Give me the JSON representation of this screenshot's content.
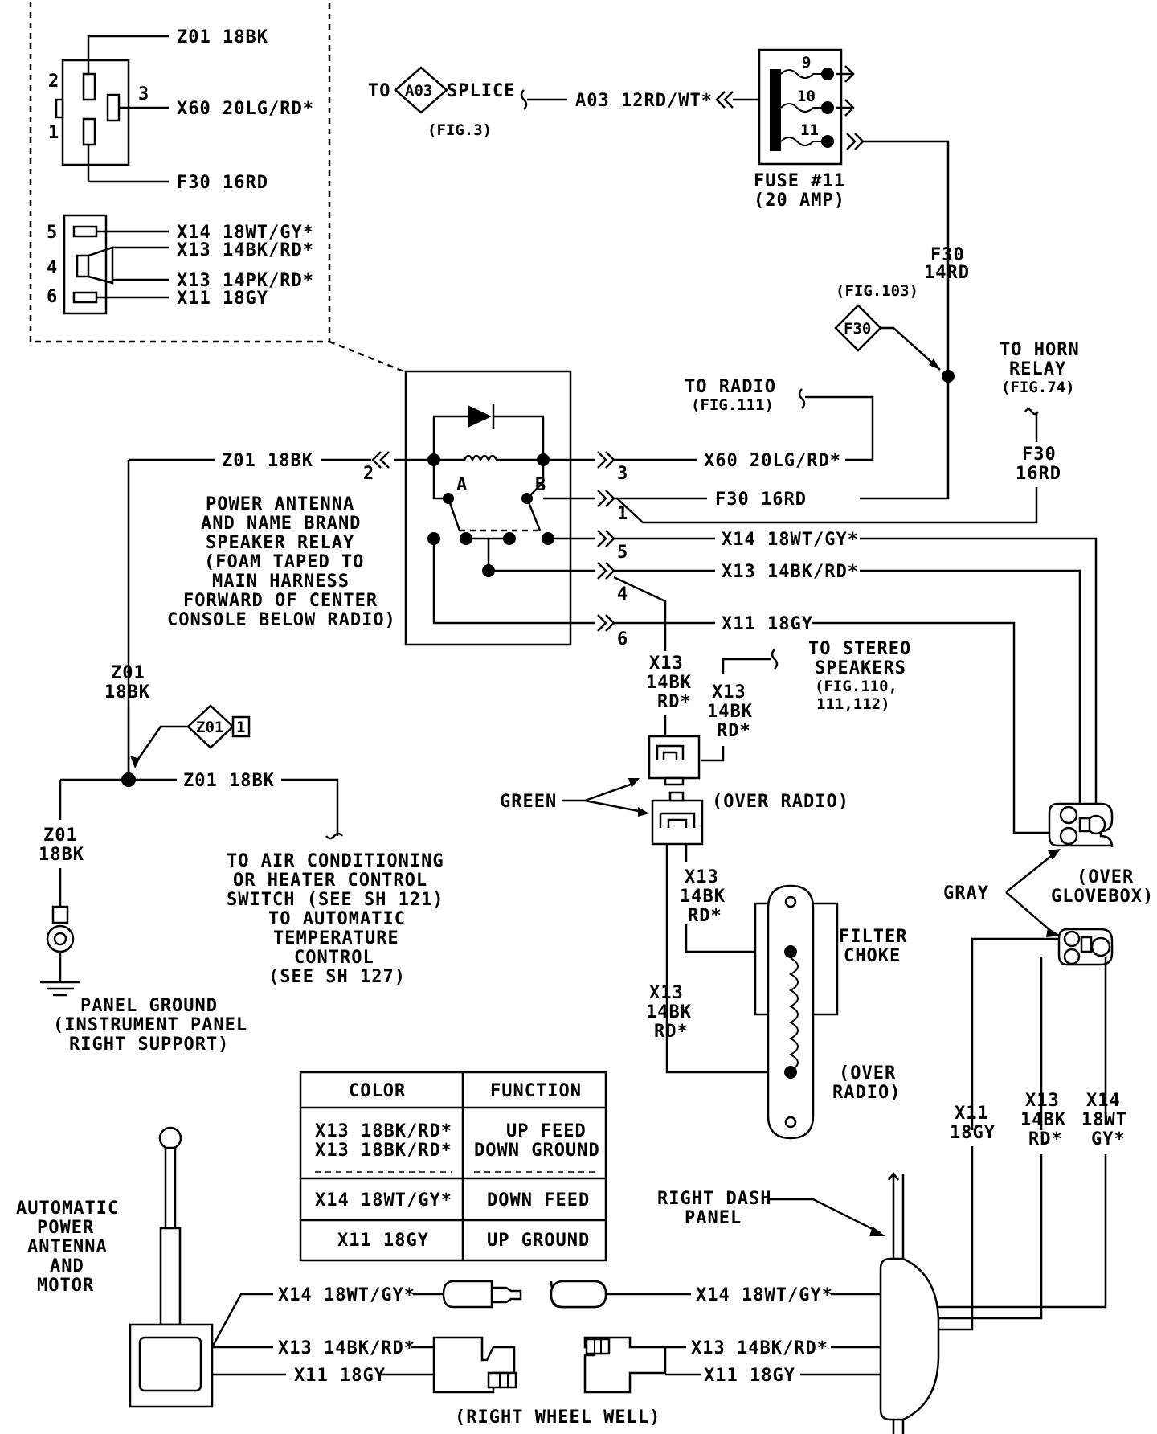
{
  "inset": {
    "wire_z01_18bk": "Z01  18BK",
    "wire_x60": "X60  20LG/RD*",
    "wire_f30_16rd": "F30  16RD",
    "pin2": "2",
    "pin3": "3",
    "pin1": "1",
    "wire_x14": "X14  18WT/GY*",
    "wire_x13a": "X13  14BK/RD*",
    "wire_x13b": "X13  14PK/RD*",
    "wire_x11": "X11  18GY",
    "pin5": "5",
    "pin4": "4",
    "pin6": "6"
  },
  "splice": {
    "to": "TO",
    "id": "A03",
    "label": "SPLICE",
    "fig": "(FIG.3)",
    "wire": "A03  12RD/WT*"
  },
  "fuse": {
    "n9": "9",
    "n10": "10",
    "n11": "11",
    "label1": "FUSE #11",
    "label2": "(20 AMP)"
  },
  "f30_feed": {
    "wire1": "F30",
    "wire2": "14RD",
    "fig": "(FIG.103)",
    "id": "F30"
  },
  "horn": {
    "l1": "TO HORN",
    "l2": "RELAY",
    "l3": "(FIG.74)",
    "w1": "F30",
    "w2": "16RD"
  },
  "radio": {
    "l1": "TO RADIO",
    "l2": "(FIG.111)"
  },
  "relay": {
    "pinA": "A",
    "pinB": "B",
    "c2": "2",
    "c3": "3",
    "c1": "1",
    "c5": "5",
    "c4": "4",
    "c6": "6",
    "desc": [
      "POWER ANTENNA",
      "AND NAME BRAND",
      "SPEAKER RELAY",
      "(FOAM TAPED TO",
      "MAIN HARNESS",
      "FORWARD OF CENTER",
      "CONSOLE BELOW RADIO)"
    ]
  },
  "relay_wires": {
    "z01": "Z01  18BK",
    "x60": "X60  20LG/RD*",
    "f30": "F30  16RD",
    "x14": "X14  18WT/GY*",
    "x13": "X13  14BK/RD*",
    "x11": "X11  18GY"
  },
  "ground": {
    "z01a": "Z01",
    "bka": "18BK",
    "id": "Z01",
    "n": "1",
    "z01_18bk": "Z01  18BK",
    "z01b": "Z01",
    "bkb": "18BK",
    "panel": [
      "PANEL GROUND",
      "(INSTRUMENT PANEL",
      "RIGHT SUPPORT)"
    ],
    "ac": [
      "TO AIR CONDITIONING",
      "OR HEATER CONTROL",
      "SWITCH (SEE SH 121)",
      "TO AUTOMATIC",
      "TEMPERATURE",
      "CONTROL",
      "(SEE SH 127)"
    ]
  },
  "stereo": {
    "x13a": [
      "X13",
      "14BK",
      "RD*"
    ],
    "x13b": [
      "X13",
      "14BK",
      "RD*"
    ],
    "to": [
      "TO STEREO",
      "SPEAKERS",
      "(FIG.110,",
      "111,112)"
    ],
    "green": "GREEN",
    "over_radio": "(OVER RADIO)"
  },
  "choke": {
    "x13a": [
      "X13",
      "14BK",
      "RD*"
    ],
    "x13b": [
      "X13",
      "14BK",
      "RD*"
    ],
    "label": [
      "FILTER",
      "CHOKE"
    ],
    "over": [
      "(OVER",
      "RADIO)"
    ]
  },
  "glovebox": {
    "gray": "GRAY",
    "over": [
      "(OVER",
      "GLOVEBOX)"
    ],
    "x11": [
      "X11",
      "18GY"
    ],
    "x13": [
      "X13",
      "14BK",
      "RD*"
    ],
    "x14": [
      "X14",
      "18WT",
      "GY*"
    ]
  },
  "table": {
    "h_color": "COLOR",
    "h_function": "FUNCTION",
    "r1c1a": "X13  18BK/RD*",
    "r1c1b": "X13  18BK/RD*",
    "r1c2a": "UP FEED",
    "r1c2b": "DOWN GROUND",
    "r2c1": "X14  18WT/GY*",
    "r2c2": "DOWN FEED",
    "r3c1": "X11  18GY",
    "r3c2": "UP GROUND"
  },
  "antenna": {
    "label": [
      "AUTOMATIC",
      "POWER",
      "ANTENNA",
      "AND",
      "MOTOR"
    ],
    "x14": "X14  18WT/GY*",
    "x13": "X13  14BK/RD*",
    "x11": "X11  18GY",
    "wheel": "(RIGHT WHEEL WELL)"
  },
  "dash": {
    "label": [
      "RIGHT DASH",
      "PANEL"
    ],
    "x14": "X14  18WT/GY*",
    "x13": "X13  14BK/RD*",
    "x11": "X11  18GY"
  }
}
